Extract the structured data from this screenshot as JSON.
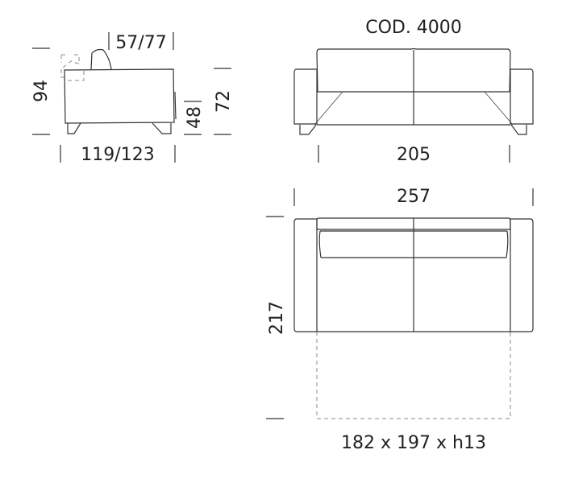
{
  "title": "COD. 4000",
  "side_view": {
    "seat_depth": "57/77",
    "overall_height": "94",
    "seat_height": "48",
    "arm_height": "72",
    "depth": "119/123"
  },
  "front_view": {
    "seat_width": "205"
  },
  "top_view": {
    "overall_width": "257",
    "open_depth": "217",
    "mattress": "182 x 197 x h13"
  }
}
